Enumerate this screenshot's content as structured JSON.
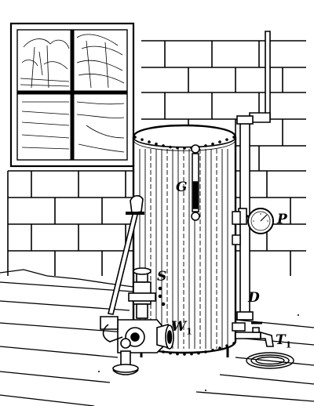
{
  "labels": {
    "g": "G",
    "p": "P",
    "s": "S",
    "d": "D",
    "w1": {
      "letter": "W",
      "sub": "1"
    },
    "t1": {
      "letter": "T",
      "sub": "1"
    }
  },
  "palette": {
    "ink": "#000000",
    "paper": "#ffffff"
  }
}
